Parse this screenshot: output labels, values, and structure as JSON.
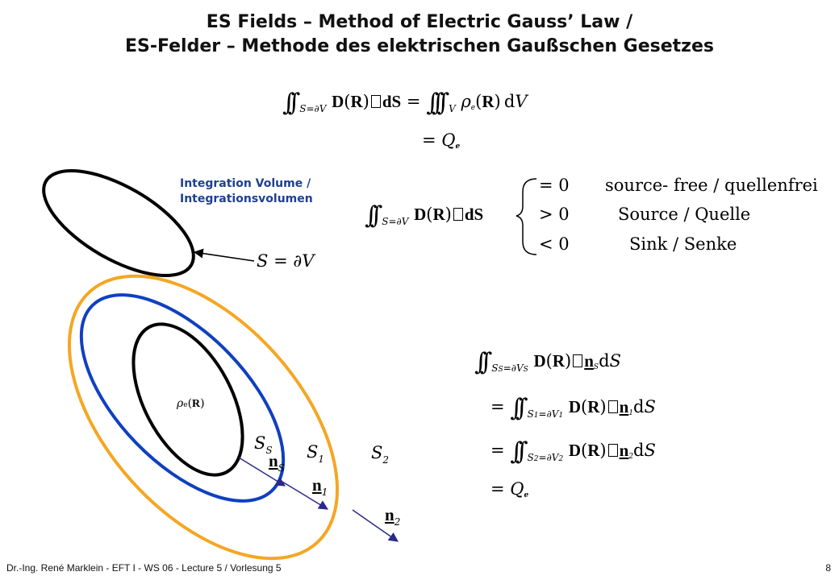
{
  "slide": {
    "title_line1": "ES Fields – Method of Electric Gauss’ Law /",
    "title_line2": "ES-Felder – Methode des elektrischen Gaußschen Gesetzes",
    "integration_volume_label_1": "Integration Volume /",
    "integration_volume_label_2": "Integrationsvolumen",
    "cases": [
      {
        "relation": "= 0",
        "text": "source- free  /  quellenfrei"
      },
      {
        "relation": "> 0",
        "text": "Source  /  Quelle"
      },
      {
        "relation": "< 0",
        "text": "Sink  /  Senke"
      }
    ],
    "surface_labels": [
      "S_S",
      "S_1",
      "S_2"
    ],
    "normal_labels": [
      "n_S",
      "n_1",
      "n_2"
    ],
    "charge_density_label": "ρ_e(R)",
    "footer_left": "Dr.-Ing. René Marklein - EFT I - WS 06 - Lecture 5 / Vorlesung 5",
    "page_number": "8"
  },
  "colors": {
    "orange": "#f5a623",
    "blue": "#1040c0",
    "black": "#000000",
    "arrow": "#2a2a8a",
    "label_blue": "#1f3f8f"
  }
}
